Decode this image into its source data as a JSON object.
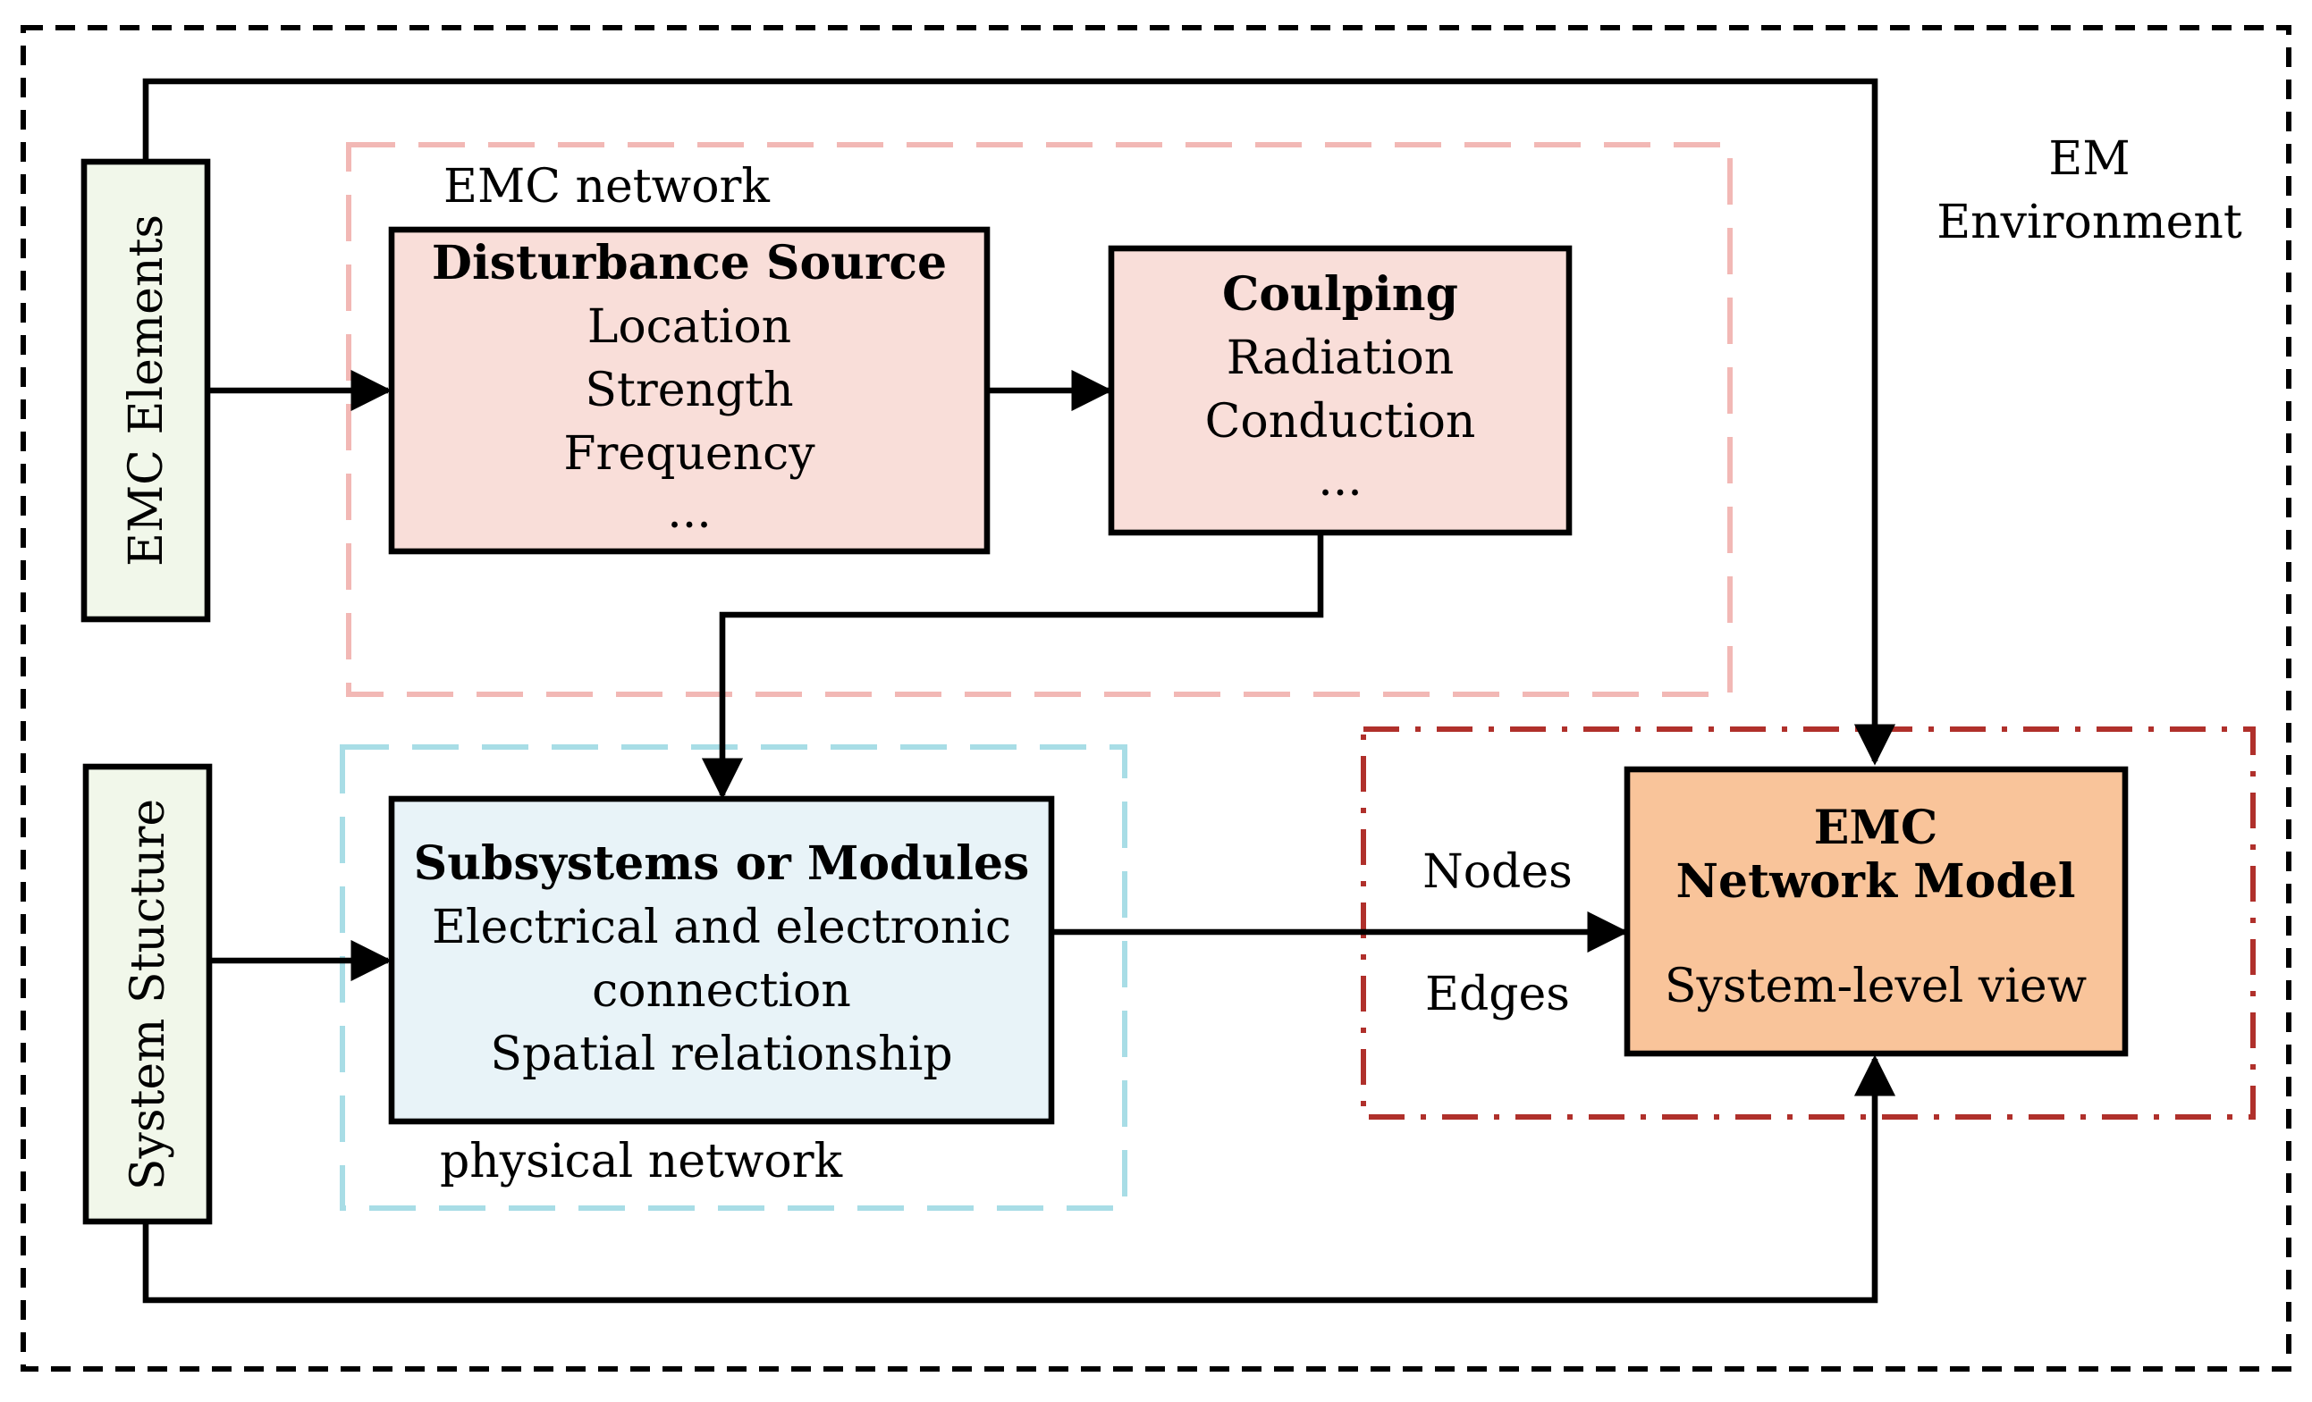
{
  "environment": {
    "label_line1": "EM",
    "label_line2": "Environment"
  },
  "emc_elements": {
    "label": "EMC Elements"
  },
  "system_structure": {
    "label": "System Stucture"
  },
  "emc_network": {
    "label": "EMC network",
    "disturbance_source": {
      "title": "Disturbance Source",
      "items": [
        "Location",
        "Strength",
        "Frequency",
        "..."
      ]
    },
    "coupling": {
      "title": "Coulping",
      "items": [
        "Radiation",
        "Conduction",
        "..."
      ]
    }
  },
  "physical_network": {
    "label": "physical network",
    "subsystems": {
      "title": "Subsystems or Modules",
      "items": [
        "Electrical and electronic",
        "connection",
        "Spatial relationship"
      ]
    }
  },
  "model_region": {
    "nodes_label": "Nodes",
    "edges_label": "Edges",
    "model_box": {
      "title_line1": "EMC",
      "title_line2": "Network Model",
      "subtitle": "System-level view"
    }
  },
  "colors": {
    "emc_network_border": "#f2b8b5",
    "physical_network_border": "#a8dde6",
    "model_region_border": "#b0302b",
    "source_fill": "#f9ded9",
    "coupling_fill": "#f9ded9",
    "subsystem_fill": "#e8f3f8",
    "model_fill": "#f9c49a",
    "side_box_fill": "#f1f7ea"
  }
}
